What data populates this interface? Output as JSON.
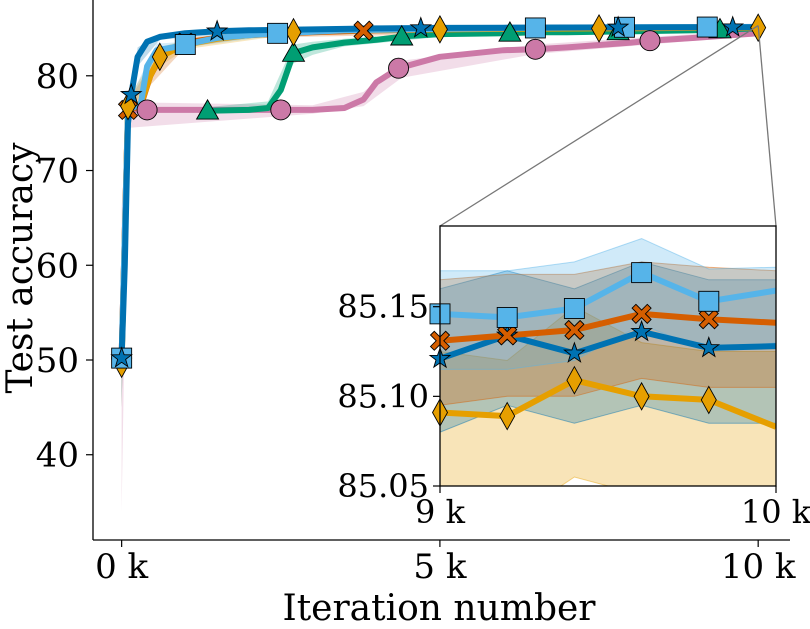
{
  "chart_data": {
    "type": "line",
    "xlabel": "Iteration number",
    "ylabel": "Test accuracy",
    "xlim": [
      -450,
      10500
    ],
    "ylim": [
      31,
      88
    ],
    "x_ticks": [
      0,
      5000,
      10000
    ],
    "x_tick_labels": [
      "0 k",
      "5 k",
      "10 k"
    ],
    "y_ticks": [
      40,
      50,
      60,
      70,
      80
    ],
    "y_tick_labels": [
      "40",
      "50",
      "60",
      "70",
      "80"
    ],
    "grid": false,
    "legend": "none",
    "series": [
      {
        "color": "#CC79A7",
        "marker": "circle",
        "points": [
          [
            0,
            50.2
          ],
          [
            100,
            76.4
          ],
          [
            400,
            76.4
          ],
          [
            1000,
            76.4
          ],
          [
            2000,
            76.4
          ],
          [
            2500,
            76.4
          ],
          [
            3000,
            76.4
          ],
          [
            3500,
            76.6
          ],
          [
            3800,
            77.5
          ],
          [
            4000,
            79.3
          ],
          [
            4350,
            80.8
          ],
          [
            5000,
            82.0
          ],
          [
            6000,
            82.7
          ],
          [
            6500,
            82.8
          ],
          [
            7000,
            83.0
          ],
          [
            8000,
            83.5
          ],
          [
            8300,
            83.7
          ],
          [
            9000,
            84.0
          ],
          [
            10000,
            84.5
          ]
        ],
        "band": [
          [
            0,
            34,
            66
          ],
          [
            100,
            74.5,
            77.2
          ],
          [
            3000,
            76.0,
            76.9
          ],
          [
            3800,
            76.8,
            78.3
          ],
          [
            4400,
            79.8,
            81.6
          ],
          [
            6500,
            82.3,
            83.3
          ],
          [
            8300,
            83.3,
            84.1
          ],
          [
            10000,
            84.3,
            84.8
          ]
        ],
        "marker_x": [
          0,
          400,
          2500,
          4350,
          6500,
          8300
        ]
      },
      {
        "color": "#009E73",
        "marker": "triangle",
        "points": [
          [
            1350,
            76.3
          ],
          [
            2000,
            76.4
          ],
          [
            2300,
            76.6
          ],
          [
            2500,
            78.5
          ],
          [
            2700,
            82.4
          ],
          [
            3000,
            83.0
          ],
          [
            3500,
            83.5
          ],
          [
            4000,
            83.8
          ],
          [
            4500,
            84.2
          ],
          [
            5000,
            84.4
          ],
          [
            6000,
            84.5
          ],
          [
            6500,
            84.6
          ],
          [
            7000,
            84.6
          ],
          [
            8000,
            84.7
          ],
          [
            9000,
            84.8
          ],
          [
            10000,
            85.0
          ]
        ],
        "band": [
          [
            1350,
            76.0,
            76.7
          ],
          [
            2300,
            76.2,
            77.3
          ],
          [
            2700,
            81.3,
            83.3
          ],
          [
            3000,
            82.2,
            83.6
          ],
          [
            3500,
            83.1,
            83.9
          ],
          [
            5000,
            84.1,
            84.6
          ],
          [
            10000,
            84.8,
            85.2
          ]
        ],
        "marker_x": [
          1350,
          2700,
          4400,
          6100,
          7800,
          9400
        ]
      },
      {
        "color": "#D55E00",
        "marker": "x",
        "points": [
          [
            0,
            50.2
          ],
          [
            100,
            76.4
          ],
          [
            300,
            76.8
          ],
          [
            450,
            80.0
          ],
          [
            650,
            82.5
          ],
          [
            1000,
            83.5
          ],
          [
            1500,
            84.0
          ],
          [
            2000,
            84.3
          ],
          [
            3000,
            84.6
          ],
          [
            4000,
            84.8
          ],
          [
            5000,
            84.9
          ],
          [
            6000,
            85.0
          ],
          [
            7000,
            85.05
          ],
          [
            8000,
            85.1
          ],
          [
            9000,
            85.13
          ],
          [
            10000,
            85.14
          ]
        ],
        "band": [
          [
            0,
            45,
            55
          ],
          [
            100,
            75.5,
            77.3
          ],
          [
            450,
            79.0,
            81.0
          ],
          [
            1000,
            83.0,
            84.0
          ],
          [
            2000,
            84.0,
            84.6
          ],
          [
            10000,
            85.0,
            85.3
          ]
        ],
        "marker_x": [
          0,
          100,
          1000,
          3800,
          6500,
          9200
        ]
      },
      {
        "color": "#E69F00",
        "marker": "diamond",
        "points": [
          [
            0,
            49.6
          ],
          [
            100,
            76.8
          ],
          [
            300,
            77.0
          ],
          [
            450,
            80.0
          ],
          [
            600,
            82.0
          ],
          [
            1000,
            83.3
          ],
          [
            1500,
            83.9
          ],
          [
            2000,
            84.3
          ],
          [
            2700,
            84.6
          ],
          [
            3500,
            84.8
          ],
          [
            5000,
            84.9
          ],
          [
            6000,
            84.95
          ],
          [
            7500,
            85.0
          ],
          [
            9000,
            85.05
          ],
          [
            10000,
            85.08
          ]
        ],
        "band": [
          [
            0,
            45,
            55
          ],
          [
            100,
            76.0,
            77.6
          ],
          [
            600,
            81.0,
            83.0
          ],
          [
            1000,
            82.8,
            83.8
          ],
          [
            2700,
            84.4,
            84.8
          ],
          [
            10000,
            84.9,
            85.2
          ]
        ],
        "marker_x": [
          0,
          100,
          600,
          2700,
          5000,
          7500,
          10000
        ]
      },
      {
        "color": "#56B4E9",
        "marker": "square",
        "points": [
          [
            0,
            50.2
          ],
          [
            100,
            76.4
          ],
          [
            300,
            77.0
          ],
          [
            400,
            81.0
          ],
          [
            550,
            82.7
          ],
          [
            800,
            83.0
          ],
          [
            1000,
            83.3
          ],
          [
            1500,
            84.0
          ],
          [
            2000,
            84.3
          ],
          [
            2500,
            84.5
          ],
          [
            3500,
            84.8
          ],
          [
            5000,
            84.95
          ],
          [
            6500,
            85.05
          ],
          [
            7900,
            85.12
          ],
          [
            9000,
            85.14
          ],
          [
            10000,
            85.16
          ]
        ],
        "band": [
          [
            0,
            45,
            55
          ],
          [
            100,
            75.6,
            77.2
          ],
          [
            550,
            82.0,
            83.4
          ],
          [
            1000,
            83.0,
            83.6
          ],
          [
            2500,
            84.3,
            84.7
          ],
          [
            10000,
            85.0,
            85.3
          ]
        ],
        "marker_x": [
          0,
          1000,
          2450,
          6500,
          7900,
          9200
        ]
      },
      {
        "color": "#0072B2",
        "marker": "star",
        "points": [
          [
            0,
            50.2
          ],
          [
            50,
            60.0
          ],
          [
            100,
            75.0
          ],
          [
            150,
            78.0
          ],
          [
            250,
            82.0
          ],
          [
            400,
            83.6
          ],
          [
            600,
            84.1
          ],
          [
            1000,
            84.5
          ],
          [
            1500,
            84.7
          ],
          [
            2000,
            84.8
          ],
          [
            3000,
            84.9
          ],
          [
            4000,
            85.0
          ],
          [
            5000,
            85.05
          ],
          [
            6000,
            85.08
          ],
          [
            7000,
            85.1
          ],
          [
            8000,
            85.11
          ],
          [
            9000,
            85.12
          ],
          [
            10000,
            85.13
          ]
        ],
        "band": [
          [
            0,
            45,
            55
          ],
          [
            100,
            73.5,
            76.5
          ],
          [
            250,
            81.0,
            83.0
          ],
          [
            600,
            83.8,
            84.4
          ],
          [
            2000,
            84.6,
            85.0
          ],
          [
            10000,
            85.0,
            85.3
          ]
        ],
        "marker_x": [
          0,
          150,
          1500,
          4700,
          7800,
          9600
        ]
      }
    ],
    "zoom_inset": {
      "xlim": [
        9000,
        10000
      ],
      "ylim": [
        85.05,
        85.195
      ],
      "x_ticks": [
        9000,
        10000
      ],
      "x_tick_labels": [
        "9 k",
        "10 k"
      ],
      "y_ticks": [
        85.05,
        85.1,
        85.15
      ],
      "y_tick_labels": [
        "85.05",
        "85.10",
        "85.15"
      ],
      "series": [
        {
          "color": "#E69F00",
          "marker": "diamond",
          "x": [
            9000,
            9200,
            9400,
            9600,
            9800,
            10000
          ],
          "y": [
            85.091,
            85.089,
            85.109,
            85.1,
            85.098,
            85.083
          ],
          "lower": [
            85.04,
            85.03,
            85.055,
            85.045,
            85.045,
            85.04
          ],
          "upper": [
            85.125,
            85.12,
            85.15,
            85.13,
            85.125,
            85.125
          ]
        },
        {
          "color": "#0072B2",
          "marker": "star",
          "x": [
            9000,
            9200,
            9400,
            9600,
            9800,
            10000
          ],
          "y": [
            85.121,
            85.134,
            85.124,
            85.136,
            85.127,
            85.128
          ],
          "lower": [
            85.08,
            85.095,
            85.085,
            85.095,
            85.085,
            85.085
          ],
          "upper": [
            85.16,
            85.17,
            85.16,
            85.175,
            85.165,
            85.165
          ]
        },
        {
          "color": "#D55E00",
          "marker": "x",
          "x": [
            9000,
            9200,
            9400,
            9600,
            9800,
            10000
          ],
          "y": [
            85.131,
            85.134,
            85.137,
            85.146,
            85.143,
            85.141
          ],
          "lower": [
            85.095,
            85.1,
            85.1,
            85.11,
            85.105,
            85.105
          ],
          "upper": [
            85.165,
            85.168,
            85.168,
            85.175,
            85.172,
            85.17
          ]
        },
        {
          "color": "#56B4E9",
          "marker": "square",
          "x": [
            9000,
            9200,
            9400,
            9600,
            9800,
            10000
          ],
          "y": [
            85.146,
            85.144,
            85.149,
            85.169,
            85.153,
            85.159
          ],
          "lower": [
            85.115,
            85.115,
            85.12,
            85.14,
            85.125,
            85.13
          ],
          "upper": [
            85.17,
            85.17,
            85.175,
            85.188,
            85.171,
            85.172
          ]
        }
      ]
    }
  }
}
